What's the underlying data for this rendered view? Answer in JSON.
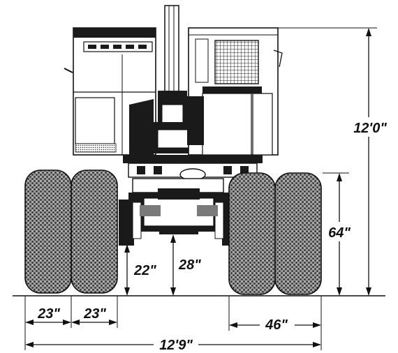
{
  "diagram": {
    "dimensions": {
      "overall_height": "12'0\"",
      "tire_height": "64\"",
      "clearance_axle": "22\"",
      "clearance_frame": "28\"",
      "tire_width_left_outer": "23\"",
      "tire_width_left_inner": "23\"",
      "dual_tire_width_right": "46\"",
      "overall_width": "12'9\""
    },
    "colors": {
      "line": "#111111",
      "fill_dark": "#1a1a1a",
      "fill_mid": "#7a7a7a",
      "background": "#ffffff"
    }
  }
}
